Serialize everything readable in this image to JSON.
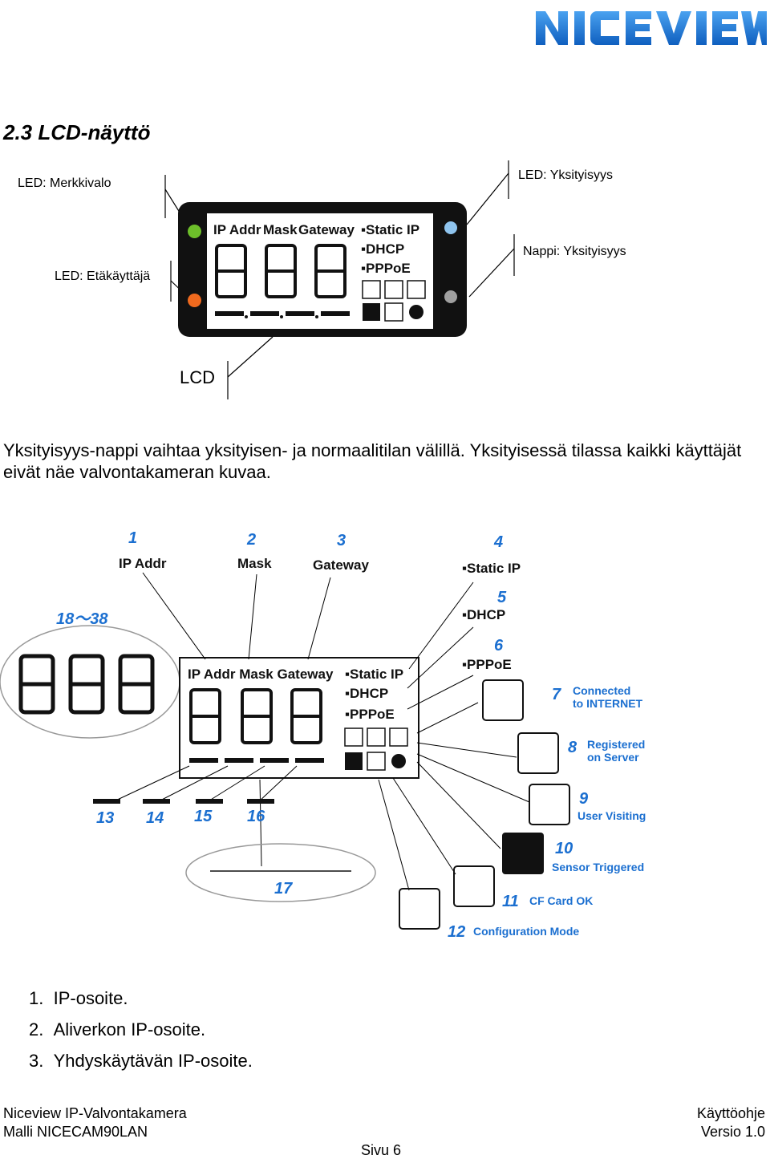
{
  "header": {
    "logo_alt": "NICEVIEW"
  },
  "section": {
    "title": "2.3 LCD-näyttö"
  },
  "callouts": {
    "brand_led": "LED: Merkkivalo",
    "privacy_led": "LED: Yksityisyys",
    "remote_led": "LED: Etäkäyttäjä",
    "privacy_button": "Nappi: Yksityisyys",
    "lcd": "LCD"
  },
  "panel": {
    "labels": [
      "IP Addr",
      "Mask",
      "Gateway"
    ],
    "modes": [
      "▪Static IP",
      "▪DHCP",
      "▪PPPoE"
    ]
  },
  "diagram": {
    "numbers": [
      "1",
      "2",
      "3",
      "4",
      "5",
      "6",
      "7",
      "8",
      "9",
      "10",
      "11",
      "12",
      "13",
      "14",
      "15",
      "16",
      "17",
      "18～38"
    ],
    "headers": [
      "IP Addr",
      "Mask",
      "Gateway",
      "▪Static IP",
      "▪DHCP",
      "▪PPPoE"
    ],
    "icon_descs": {
      "7": [
        "Connected",
        "to INTERNET"
      ],
      "8": [
        "Registered",
        "on Server"
      ],
      "9": [
        "User Visiting"
      ],
      "10": [
        "Sensor Triggered"
      ],
      "11": [
        "CF Card OK"
      ],
      "12": [
        "Configuration Mode"
      ]
    }
  },
  "body": {
    "paragraph": "Yksityisyys-nappi vaihtaa yksityisen- ja normaalitilan välillä. Yksityisessä tilassa kaikki käyttäjät eivät näe valvontakameran kuvaa."
  },
  "list": [
    {
      "num": "1.",
      "text": "IP-osoite."
    },
    {
      "num": "2.",
      "text": "Aliverkon IP-osoite."
    },
    {
      "num": "3.",
      "text": "Yhdyskäytävän IP-osoite."
    }
  ],
  "footer": {
    "product": "Niceview IP-Valvontakamera",
    "model": "Malli NICECAM90LAN",
    "doc_type": "Käyttöohje",
    "version": "Versio 1.0",
    "page": "Sivu 6"
  },
  "colors": {
    "logo_blue": "#1673d6",
    "led_green": "#6dbf2a",
    "led_orange": "#f06a1e",
    "led_blue": "#8fc4ee",
    "led_gray": "#a0a0a0",
    "callout_blue": "#1b6fd0"
  }
}
